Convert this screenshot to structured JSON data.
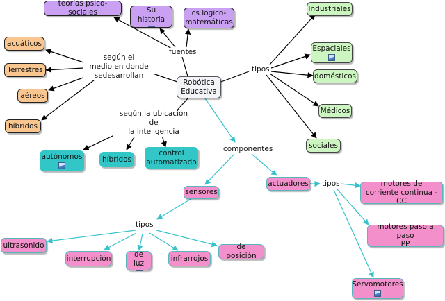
{
  "central": "Robótica\nEducativa",
  "links": {
    "fuentes": "fuentes",
    "medio": "según el\nmedio en donde\nsedesarrollan",
    "ubicacion": "según la ubicación de\nla inteligencia",
    "tipos_top": "tipos",
    "componentes": "componentes",
    "tipos_sensores": "tipos",
    "tipos_actuadores": "tipos"
  },
  "fuentes": [
    "teorías psico-sociales",
    "Su historia",
    "cs logico-\nmatemáticas"
  ],
  "medio": [
    "acuáticos",
    "Terrestres",
    "aéreos",
    "híbridos"
  ],
  "ubicacion": [
    "autónomos",
    "híbridos",
    "control\nautomatizado"
  ],
  "tipos_top": [
    "Industriales",
    "Espaciales",
    "domésticos",
    "Médicos",
    "sociales"
  ],
  "componentes": [
    "sensores",
    "actuadores"
  ],
  "sensores": [
    "ultrasonido",
    "interrupción",
    "de luz",
    "infrarrojos",
    "de posición"
  ],
  "actuadores": [
    "motores de\ncorriente continua - CC",
    "motores paso a paso\nPP",
    "Servomotores"
  ],
  "icon_name": "image-icon",
  "colors": {
    "purple": "#c9a0f2",
    "green": "#cdf5c1",
    "orange": "#f9c690",
    "teal": "#33c6c7",
    "pink": "#f38fca",
    "black_edge": "#000000",
    "teal_edge": "#35c2cc"
  }
}
